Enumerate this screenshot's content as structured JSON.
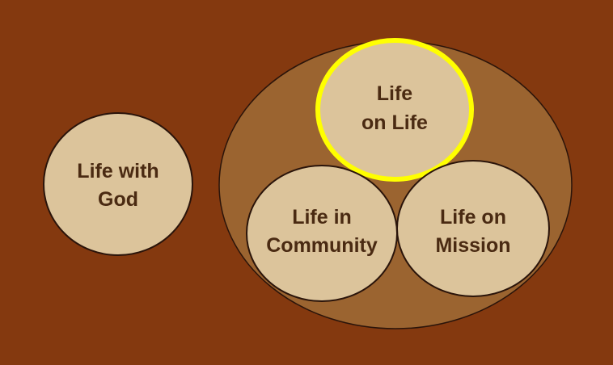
{
  "colors": {
    "background": "#84390f",
    "outer_oval": "#9b6430",
    "circle_fill": "#dcc49b",
    "circle_stroke": "#2a140a",
    "highlight": "#ffff00",
    "text": "#4a2a12"
  },
  "nodes": {
    "life_with_god": {
      "line1": "Life with",
      "line2": "God"
    },
    "life_on_life": {
      "line1": "Life",
      "line2": "on Life",
      "highlighted": true
    },
    "life_in_community": {
      "line1": "Life in",
      "line2": "Community"
    },
    "life_on_mission": {
      "line1": "Life on",
      "line2": "Mission"
    }
  }
}
